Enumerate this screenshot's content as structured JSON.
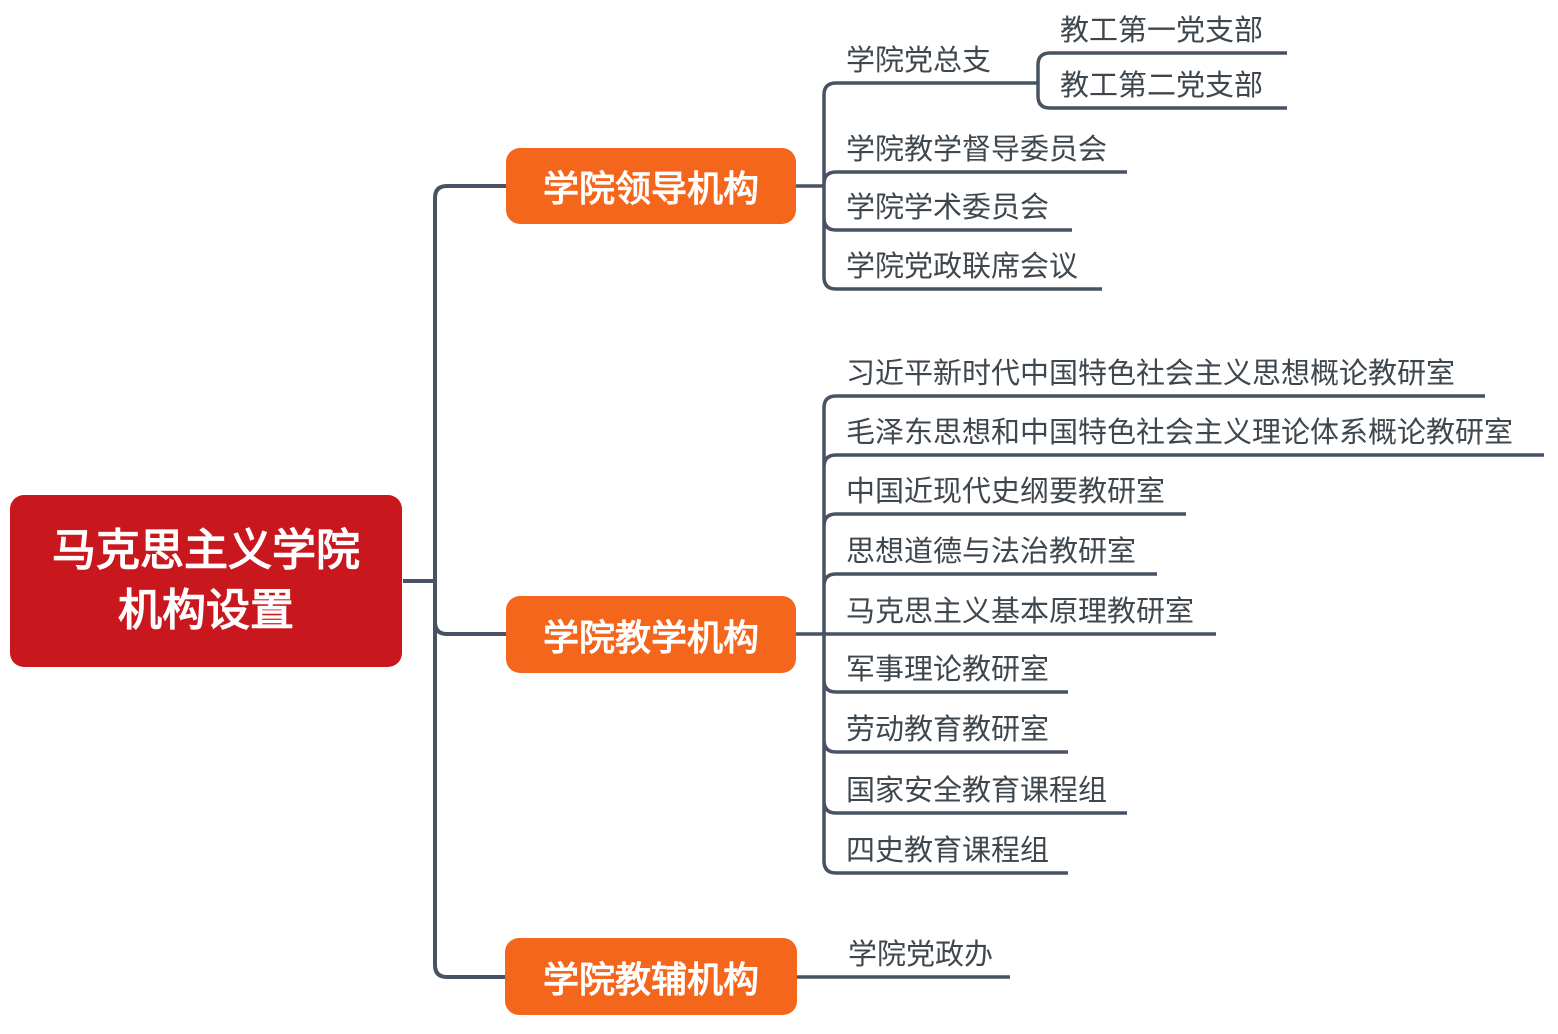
{
  "root": {
    "line1": "马克思主义学院",
    "line2": "机构设置"
  },
  "branches": [
    {
      "label": "学院领导机构",
      "children": [
        {
          "label": "学院党总支",
          "children": [
            {
              "label": "教工第一党支部"
            },
            {
              "label": "教工第二党支部"
            }
          ]
        },
        {
          "label": "学院教学督导委员会"
        },
        {
          "label": "学院学术委员会"
        },
        {
          "label": "学院党政联席会议"
        }
      ]
    },
    {
      "label": "学院教学机构",
      "children": [
        {
          "label": "习近平新时代中国特色社会主义思想概论教研室"
        },
        {
          "label": "毛泽东思想和中国特色社会主义理论体系概论教研室"
        },
        {
          "label": "中国近现代史纲要教研室"
        },
        {
          "label": "思想道德与法治教研室"
        },
        {
          "label": "马克思主义基本原理教研室"
        },
        {
          "label": "军事理论教研室"
        },
        {
          "label": "劳动教育教研室"
        },
        {
          "label": "国家安全教育课程组"
        },
        {
          "label": "四史教育课程组"
        }
      ]
    },
    {
      "label": "学院教辅机构",
      "children": [
        {
          "label": "学院党政办"
        }
      ]
    }
  ],
  "colors": {
    "root_bg": "#c9171e",
    "branch_bg": "#f5661d",
    "line": "#475363",
    "leaf_text": "#3f474e",
    "node_text": "#ffffff",
    "page_bg": "#ffffff"
  }
}
